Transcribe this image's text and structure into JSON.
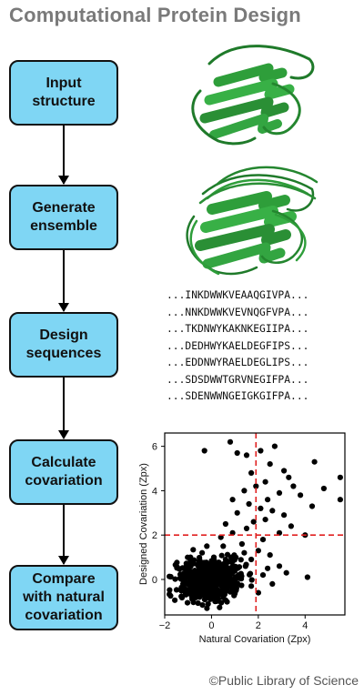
{
  "title": "Computational Protein Design",
  "steps": [
    {
      "label": "Input\nstructure"
    },
    {
      "label": "Generate\nensemble"
    },
    {
      "label": "Design\nsequences"
    },
    {
      "label": "Calculate\ncovariation"
    },
    {
      "label": "Compare\nwith natural\ncovariation"
    }
  ],
  "sequences": [
    "...INKDWWKVEAAQGIVPA...",
    "...NNKDWWKVEVNQGFVPA...",
    "...TKDNWYKAKNKEGIIPA...",
    "...DEDHWYKAELDEGFIPS...",
    "...EDDNWYRAELDEGLIPS...",
    "...SDSDWWTGRVNEGIFPA...",
    "...SDENWWNGEIGKGIFPA..."
  ],
  "icons": {
    "protein_single": "protein-ribbon-icon",
    "protein_ensemble": "protein-ensemble-icon"
  },
  "colors": {
    "box_fill": "#7fd6f4",
    "protein_green": "#2e9e3a",
    "reference_line": "#e02020"
  },
  "chart_data": {
    "type": "scatter",
    "xlabel": "Natural Covariation (Zpx)",
    "ylabel": "Designed Covariation (Zpx)",
    "xlim": [
      -2,
      5.7
    ],
    "ylim": [
      -1.6,
      6.6
    ],
    "xticks": [
      -2,
      0,
      2,
      4
    ],
    "yticks": [
      0,
      2,
      4,
      6
    ],
    "reference_lines": {
      "x": 1.9,
      "y": 2.0,
      "style": "dashed",
      "color": "#e02020"
    },
    "grid": false,
    "series": [
      {
        "points": [
          [
            0.8,
            6.2
          ],
          [
            2.1,
            5.8
          ],
          [
            1.1,
            5.7
          ],
          [
            -0.3,
            5.8
          ],
          [
            2.7,
            6.0
          ],
          [
            1.5,
            5.6
          ],
          [
            2.5,
            5.2
          ],
          [
            4.4,
            5.3
          ],
          [
            3.1,
            4.9
          ],
          [
            5.5,
            4.6
          ],
          [
            1.7,
            4.8
          ],
          [
            2.3,
            4.4
          ],
          [
            3.3,
            4.6
          ],
          [
            1.9,
            4.2
          ],
          [
            4.8,
            4.1
          ],
          [
            3.5,
            4.2
          ],
          [
            1.4,
            4.0
          ],
          [
            2.9,
            3.9
          ],
          [
            0.9,
            3.6
          ],
          [
            1.6,
            3.4
          ],
          [
            2.4,
            3.6
          ],
          [
            3.8,
            3.8
          ],
          [
            5.5,
            3.6
          ],
          [
            4.3,
            3.3
          ],
          [
            2.1,
            3.2
          ],
          [
            2.6,
            3.1
          ],
          [
            1.1,
            3.0
          ],
          [
            3.1,
            2.9
          ],
          [
            1.8,
            2.6
          ],
          [
            2.3,
            2.7
          ],
          [
            3.4,
            2.4
          ],
          [
            0.6,
            2.5
          ],
          [
            1.5,
            2.3
          ],
          [
            2.9,
            2.1
          ],
          [
            4.0,
            2.0
          ],
          [
            0.9,
            2.1
          ],
          [
            2.2,
            1.8
          ],
          [
            0.4,
            1.9
          ],
          [
            -0.2,
            1.5
          ],
          [
            1.3,
            1.6
          ],
          [
            2.0,
            1.3
          ],
          [
            0.5,
            1.5
          ],
          [
            -0.4,
            1.2
          ],
          [
            2.5,
            1.1
          ],
          [
            1.7,
            0.9
          ],
          [
            -0.9,
            1.0
          ],
          [
            2.9,
            0.6
          ],
          [
            0.1,
            1.0
          ],
          [
            3.2,
            0.3
          ],
          [
            2.2,
            0.2
          ],
          [
            1.4,
            1.2
          ],
          [
            2.6,
            -0.2
          ],
          [
            4.1,
            0.1
          ],
          [
            2.0,
            -0.6
          ],
          [
            1.7,
            -0.3
          ],
          [
            2.4,
            0.5
          ]
        ]
      }
    ]
  },
  "credit": "©Public Library of Science"
}
